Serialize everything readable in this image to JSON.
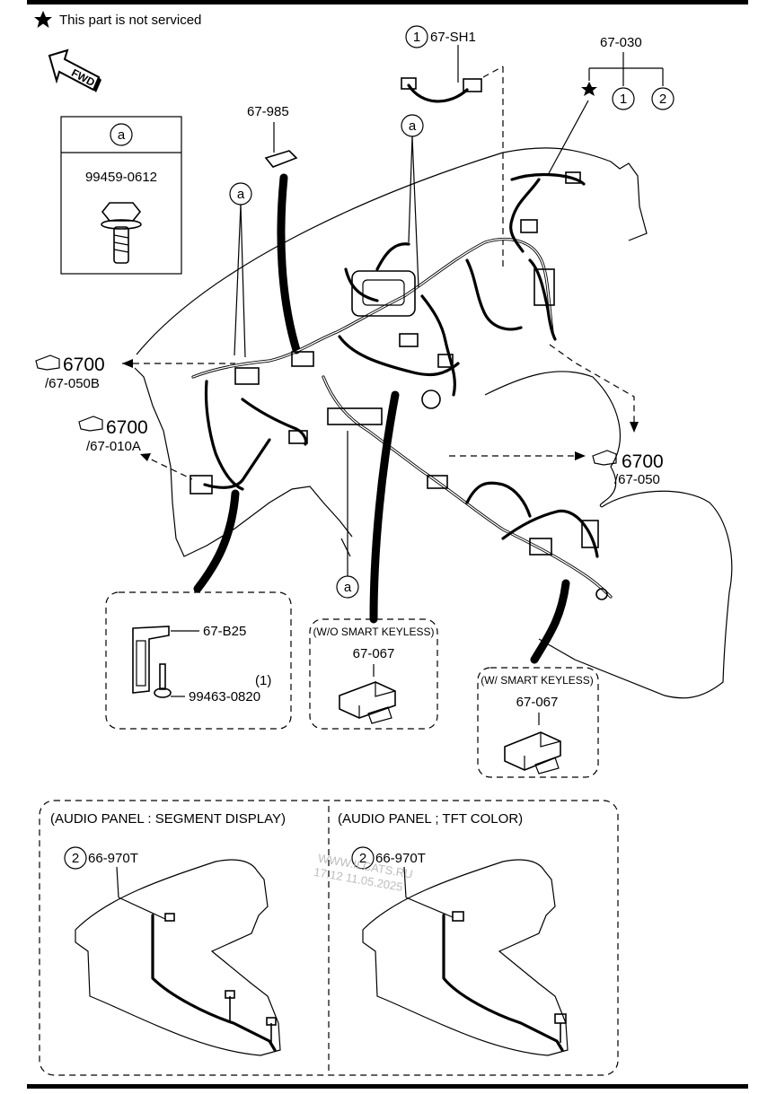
{
  "header": {
    "not_serviced_note": "This part is not serviced",
    "fwd_label": "FWD"
  },
  "callouts": {
    "harness_shield": {
      "number": "1",
      "part": "67-SH1"
    },
    "main_harness": {
      "part": "67-030",
      "option_1": "1",
      "option_2": "2"
    },
    "connector_985": {
      "part": "67-985"
    },
    "bolt_box": {
      "letter": "a",
      "part": "99459-0612"
    },
    "ref_left_top": {
      "code": "6700",
      "sub": "/67-050B"
    },
    "ref_left_mid": {
      "code": "6700",
      "sub": "/67-010A"
    },
    "ref_right": {
      "code": "6700",
      "sub": "/67-050"
    },
    "letter_a": "a"
  },
  "detail_boxes": {
    "bracket": {
      "bracket_part": "67-B25",
      "screw_part": "99463-0820",
      "screw_qty": "(1)"
    },
    "wo_smart": {
      "title": "(W/O SMART KEYLESS)",
      "part": "67-067"
    },
    "w_smart": {
      "title": "(W/ SMART KEYLESS)",
      "part": "67-067"
    }
  },
  "audio": {
    "left": {
      "title": "(AUDIO PANEL : SEGMENT DISPLAY)",
      "number": "2",
      "part": "66-970T"
    },
    "right": {
      "title": "(AUDIO PANEL ; TFT COLOR)",
      "number": "2",
      "part": "66-970T"
    }
  },
  "watermark": {
    "line1": "WWW.ILCATS.RU",
    "line2": "17.12 11.05.2025"
  }
}
